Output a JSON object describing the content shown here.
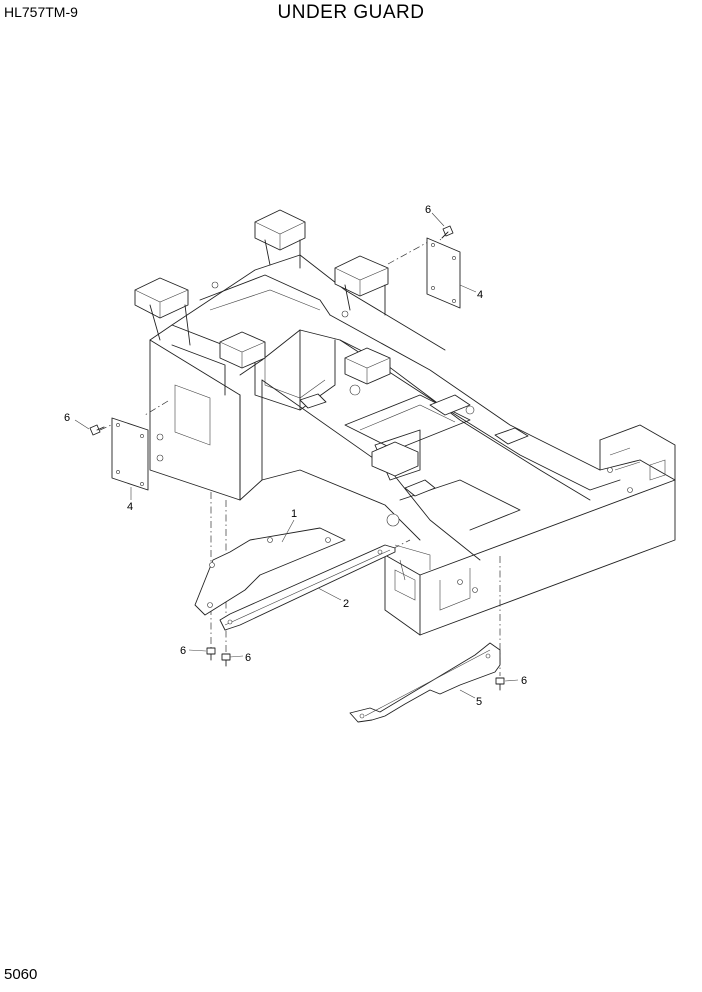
{
  "header": {
    "model": "HL757TM-9",
    "title": "UNDER GUARD"
  },
  "footer": {
    "page_number": "5060"
  },
  "callouts": {
    "c1": "1",
    "c2": "2",
    "c4a": "4",
    "c4b": "4",
    "c5": "5",
    "c6a": "6",
    "c6b": "6",
    "c6c": "6",
    "c6d": "6",
    "c6e": "6"
  }
}
